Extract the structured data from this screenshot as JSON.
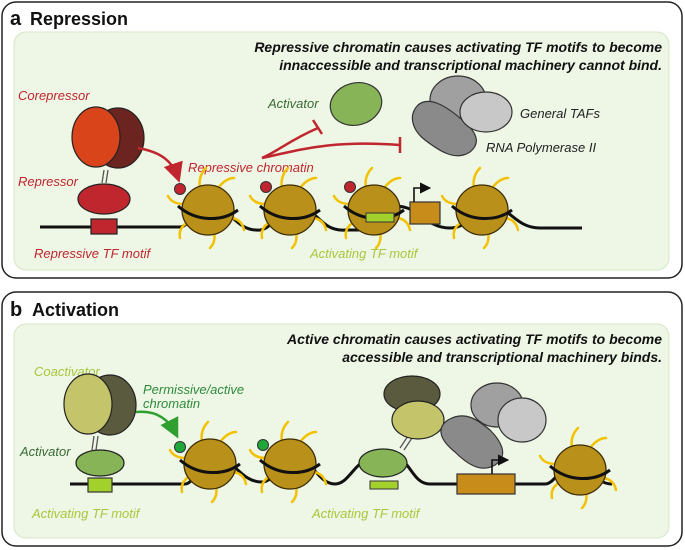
{
  "panel_a": {
    "letter": "a",
    "title": "Repression",
    "caption_line1": "Repressive chromatin causes activating TF motifs to become",
    "caption_line2": "innaccessible and transcriptional machinery cannot bind.",
    "corepressor": "Corepressor",
    "repressor": "Repressor",
    "repressive_tf_motif": "Repressive TF motif",
    "activator": "Activator",
    "repressive_chromatin": "Repressive chromatin",
    "general_tafs": "General TAFs",
    "rna_pol": "RNA Polymerase II",
    "activating_tf_motif": "Activating TF motif"
  },
  "panel_b": {
    "letter": "b",
    "title": "Activation",
    "caption_line1": "Active chromatin causes activating TF motifs to become",
    "caption_line2": "accessible and transcriptional machinery binds.",
    "coactivator": "Coactivator",
    "permissive_line1": "Permissive/active",
    "permissive_line2": "chromatin",
    "activator": "Activator",
    "activating_tf_motif_left": "Activating TF motif",
    "activating_tf_motif_mid": "Activating TF motif"
  },
  "colors": {
    "panel_fill": "#eef6e6",
    "nucleosome": "#b9901a",
    "tail": "#f2c200",
    "repressive_red": "#c0262d",
    "motif_green": "#a3d12c",
    "activator_green": "#86b457",
    "label_green": "#a8c73b",
    "activator_label": "#3a6b35"
  }
}
